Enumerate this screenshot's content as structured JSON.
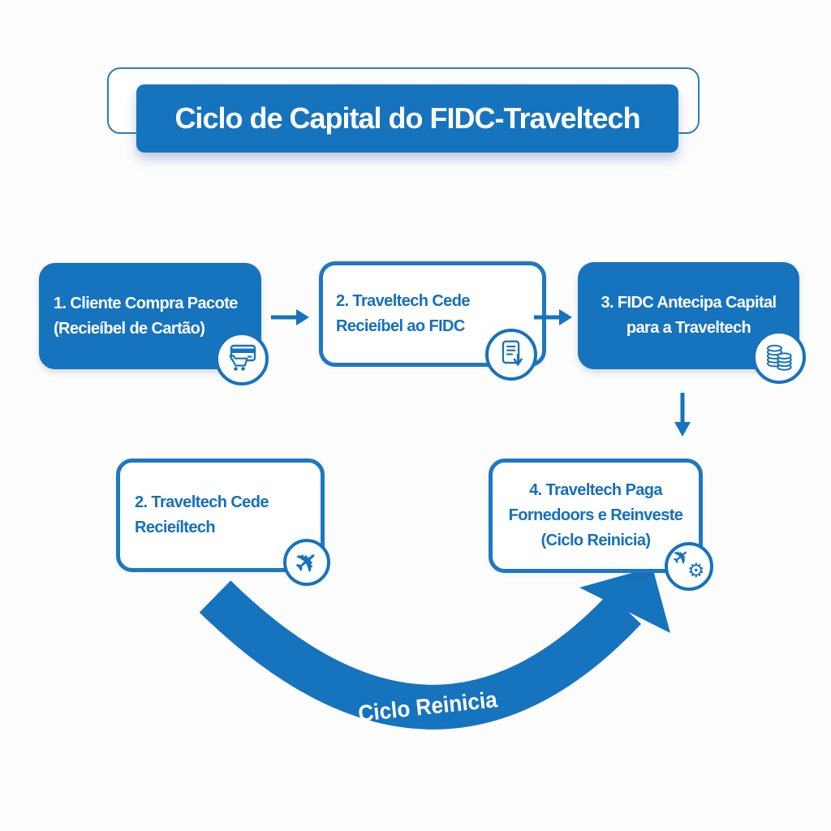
{
  "title": {
    "text": "Ciclo de Capital do FIDC-Traveltech"
  },
  "colors": {
    "primary_blue": "#1673be",
    "outline_border_blue": "#1d78c2",
    "box_text_blue": "#1470bd",
    "background": "#fdfdfd",
    "text_on_blue": "#ffffff"
  },
  "steps": [
    {
      "name": "step-1",
      "style": "filled",
      "icon": "card-pos-cart-icon",
      "lines": [
        "1. Cliente Compra Pacote",
        "(Recieíbel de Cartão)"
      ]
    },
    {
      "name": "step-2",
      "style": "outlined",
      "icon": "document-download-icon",
      "lines": [
        "2. Traveltech Cede",
        "Recieíbel ao FIDC"
      ]
    },
    {
      "name": "step-3",
      "style": "filled",
      "icon": "coin-stacks-icon",
      "lines": [
        "3. FIDC Antecipa Capital",
        "para a Traveltech"
      ]
    },
    {
      "name": "step-2b",
      "style": "outlined",
      "icon": "airplane-icon",
      "lines": [
        "2. Traveltech Cede",
        "Recieíltech"
      ]
    },
    {
      "name": "step-4",
      "style": "outlined",
      "icon": "airplane-gear-icon",
      "lines": [
        "4. Traveltech Paga",
        "Fornedoors e Reinveste",
        "(Ciclo Reinicia)"
      ]
    }
  ],
  "cycle_arrow": {
    "label": "Ciclo Reinicia"
  },
  "icons": {
    "airplane_glyph": "✈",
    "gear_glyph": "⚙"
  }
}
